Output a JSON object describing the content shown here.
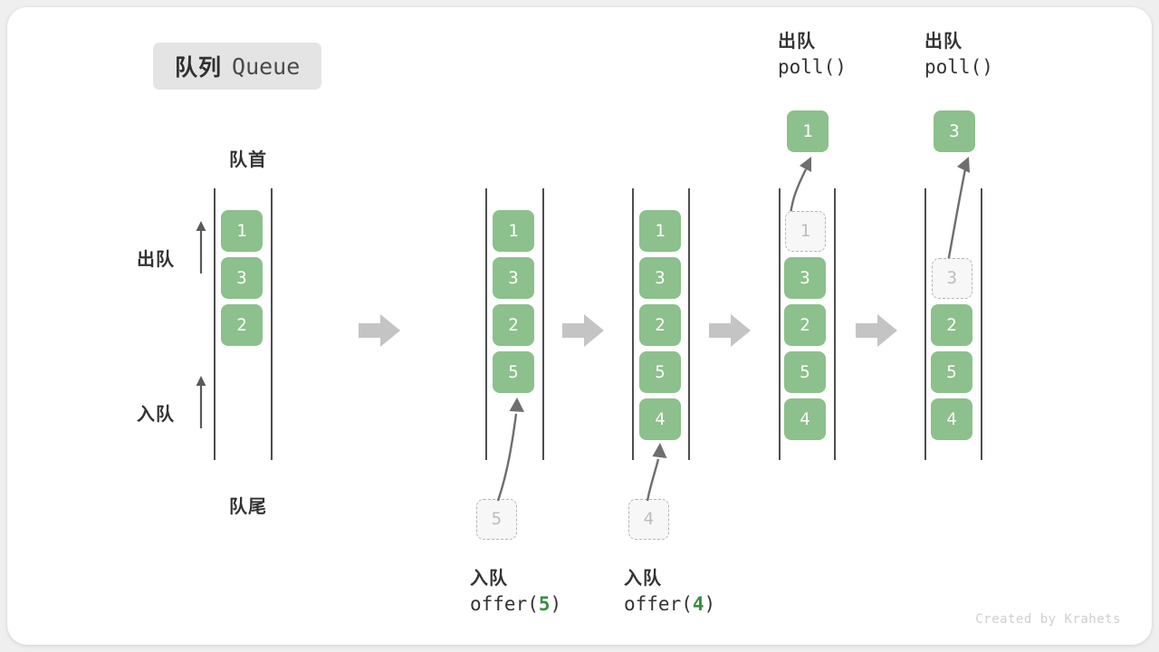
{
  "title": {
    "cn": "队列",
    "en": "Queue"
  },
  "labels": {
    "front": "队首",
    "rear": "队尾",
    "dequeue_dir": "出队",
    "enqueue_dir": "入队"
  },
  "watermark": "Created by Krahets",
  "colors": {
    "element": "#8cc08c",
    "ghost_fill": "#f7f7f7",
    "ghost_border": "#b6b6b6",
    "rail": "#4e4e4e",
    "flow_arrow": "#c4c4c4",
    "badge_bg": "#e4e4e4",
    "accent_text": "#3c8c42",
    "card_bg": "#ffffff",
    "page_bg": "#efefef"
  },
  "steps": [
    {
      "id": "initial",
      "items": [
        "1",
        "3",
        "2"
      ],
      "ghost_index": null,
      "operation": null
    },
    {
      "id": "offer-5",
      "items": [
        "1",
        "3",
        "2",
        "5"
      ],
      "ghost_index": null,
      "operation": {
        "kind": "enqueue",
        "cn": "入队",
        "call_prefix": "offer(",
        "call_arg": "5",
        "call_suffix": ")",
        "incoming_value": "5"
      }
    },
    {
      "id": "offer-4",
      "items": [
        "1",
        "3",
        "2",
        "5",
        "4"
      ],
      "ghost_index": null,
      "operation": {
        "kind": "enqueue",
        "cn": "入队",
        "call_prefix": "offer(",
        "call_arg": "4",
        "call_suffix": ")",
        "incoming_value": "4"
      }
    },
    {
      "id": "poll-1",
      "items": [
        "1",
        "3",
        "2",
        "5",
        "4"
      ],
      "ghost_index": 0,
      "operation": {
        "kind": "dequeue",
        "cn": "出队",
        "call": "poll()",
        "removed_value": "1"
      }
    },
    {
      "id": "poll-3",
      "items": [
        "3",
        "2",
        "5",
        "4"
      ],
      "ghost_index": 0,
      "slot_offset": 1,
      "operation": {
        "kind": "dequeue",
        "cn": "出队",
        "call": "poll()",
        "removed_value": "3"
      }
    }
  ],
  "flow_arrows": 4
}
